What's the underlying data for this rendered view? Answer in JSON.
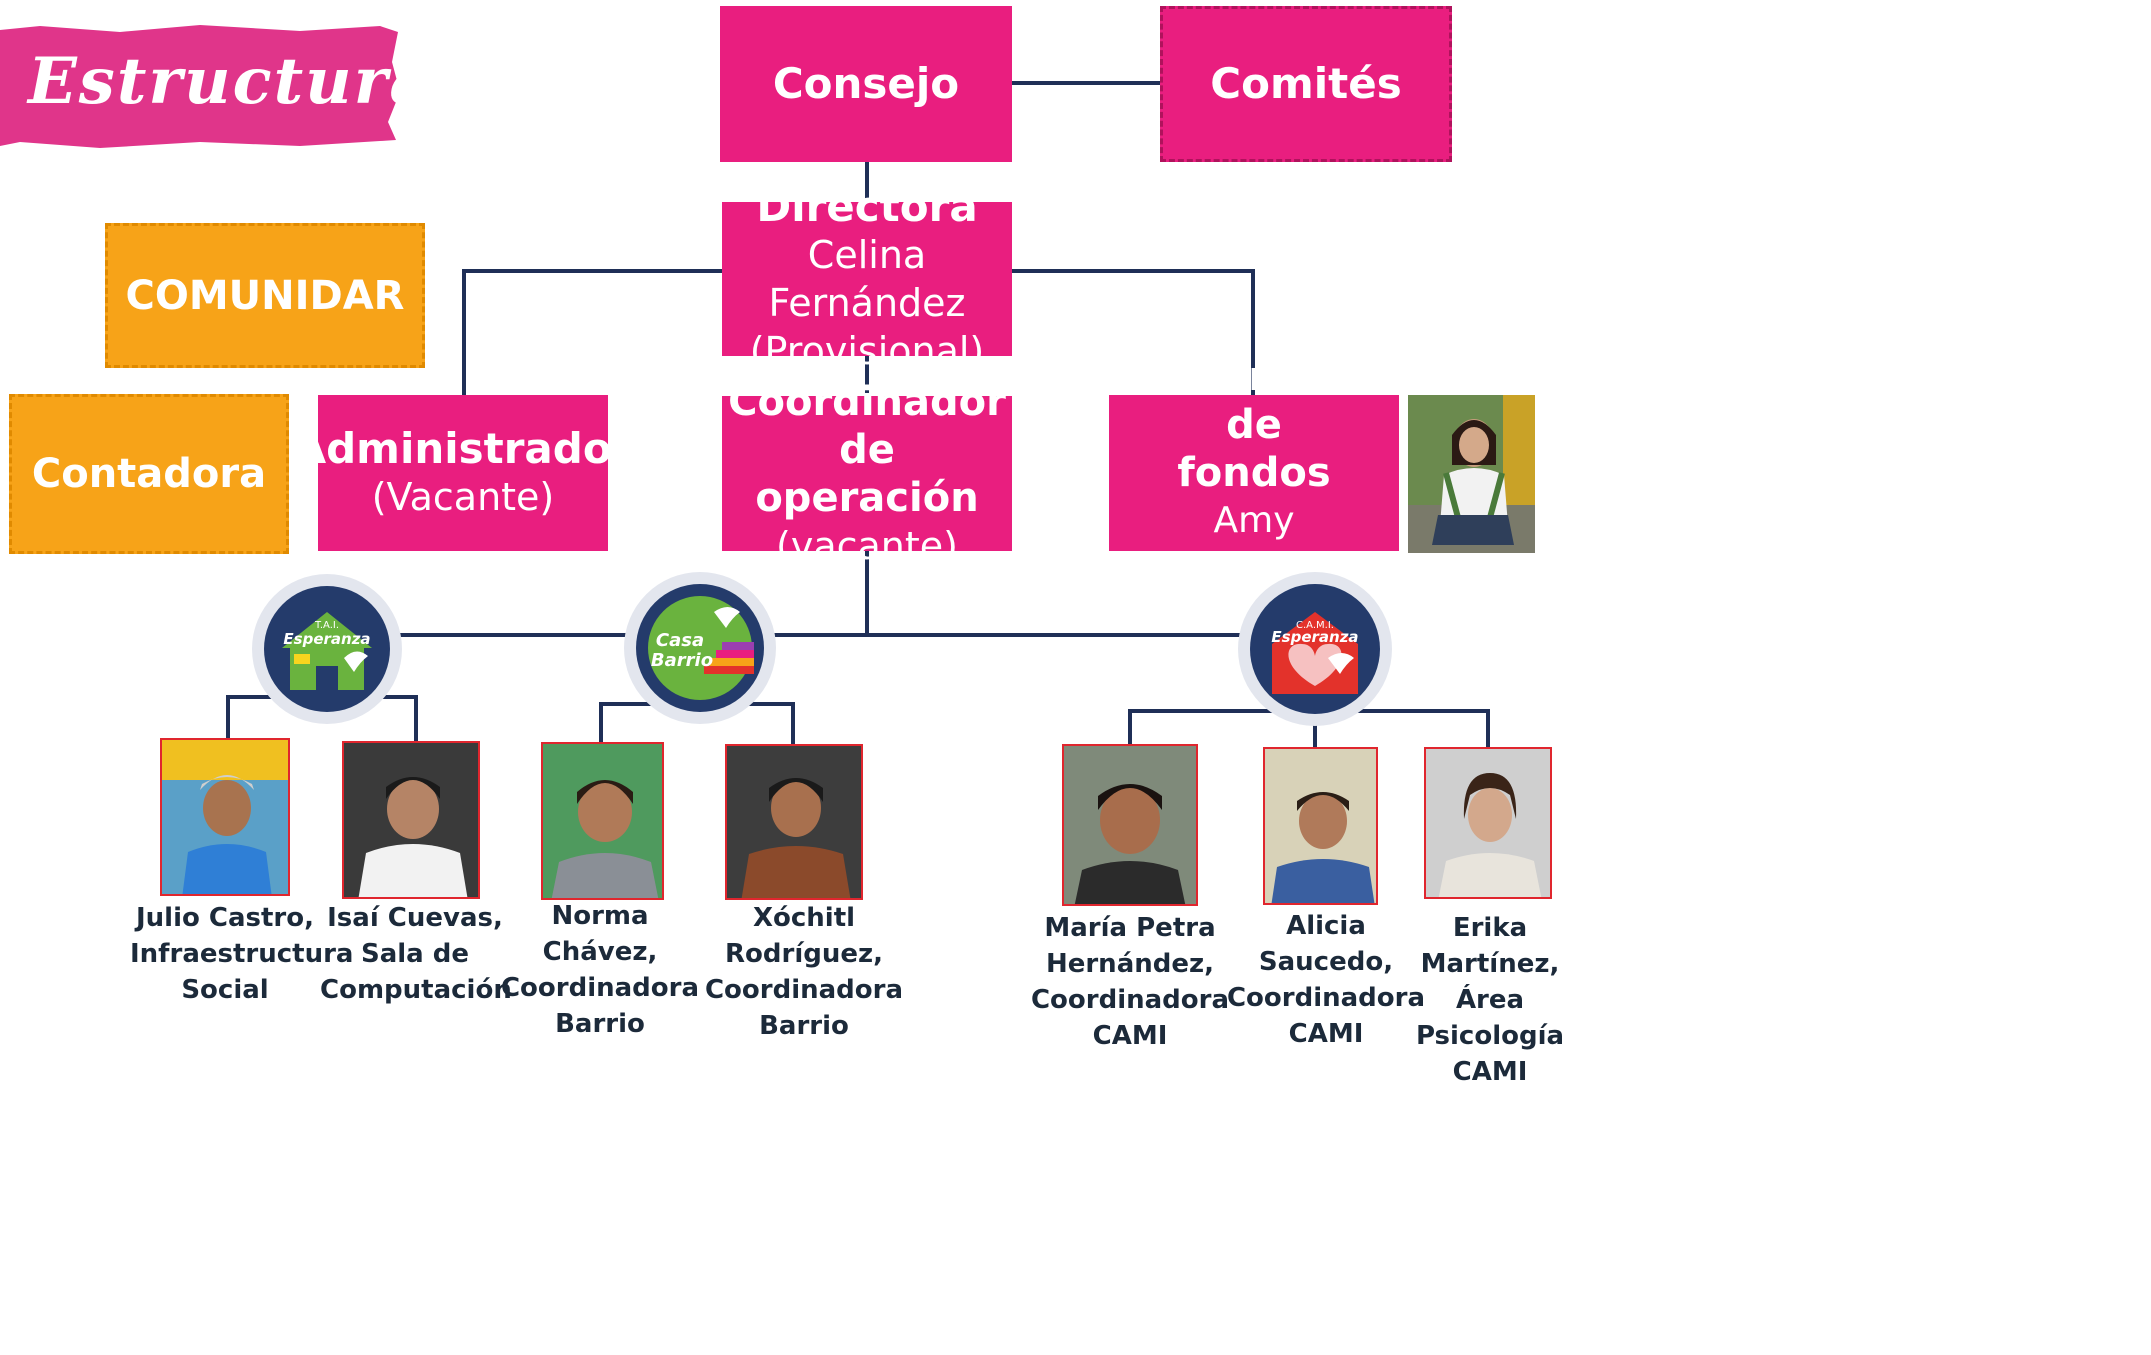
{
  "title": "Estructura",
  "colors": {
    "pink": "#e91e7f",
    "orange": "#f7a318",
    "navy": "#1f2f57",
    "logo_green": "#6ab33e",
    "logo_red": "#e3322b"
  },
  "boxes": {
    "consejo": {
      "title": "Consejo"
    },
    "comites": {
      "title": "Comités"
    },
    "directora": {
      "title": "Directora",
      "name": "Celina Fernández",
      "note": "(Provisional)"
    },
    "comunidar": {
      "title": "COMUNIDAR"
    },
    "contadora": {
      "title": "Contadora"
    },
    "administrador": {
      "title": "Administrador",
      "note": "(Vacante)"
    },
    "coordinador": {
      "title_line1": "Coordinador de",
      "title_line2": "operación",
      "note": "(vacante)"
    },
    "procuracion": {
      "title_line1": "Procuración de",
      "title_line2": "fondos",
      "name": "Amy Alburquerque"
    }
  },
  "logos": {
    "tai": {
      "line1": "T.A.I.",
      "line2": "Esperanza",
      "icon": "house-icon"
    },
    "casa": {
      "line1": "Casa",
      "line2": "Barrio",
      "icon": "stairs-icon"
    },
    "cami": {
      "line1": "C.A.M.I.",
      "line2": "Esperanza",
      "icon": "heart-hands-icon"
    }
  },
  "staff": [
    {
      "lines": [
        "Julio Castro,",
        "Infraestructura",
        "Social"
      ],
      "shirt": "#2f7fd6",
      "bg": "#5aa0c8"
    },
    {
      "lines": [
        "Isaí Cuevas,",
        "Sala de",
        "Computación"
      ],
      "shirt": "#f2f2f2",
      "bg": "#3a3a3a"
    },
    {
      "lines": [
        "Norma Chávez,",
        "Coordinadora",
        "Barrio"
      ],
      "shirt": "#8a8f96",
      "bg": "#4f9a5e"
    },
    {
      "lines": [
        "Xóchitl Rodríguez,",
        "Coordinadora",
        "Barrio"
      ],
      "shirt": "#8b4a2b",
      "bg": "#3d3d3d"
    },
    {
      "lines": [
        "María Petra",
        "Hernández,",
        "Coordinadora CAMI"
      ],
      "shirt": "#2b2b2b",
      "bg": "#7f8a7a"
    },
    {
      "lines": [
        "Alicia Saucedo,",
        "Coordinadora",
        "CAMI"
      ],
      "shirt": "#3a5fa0",
      "bg": "#d8d2b8"
    },
    {
      "lines": [
        "Erika Martínez,",
        "Área Psicología",
        "CAMI"
      ],
      "shirt": "#e8e4dc",
      "bg": "#cfcfcf"
    }
  ]
}
